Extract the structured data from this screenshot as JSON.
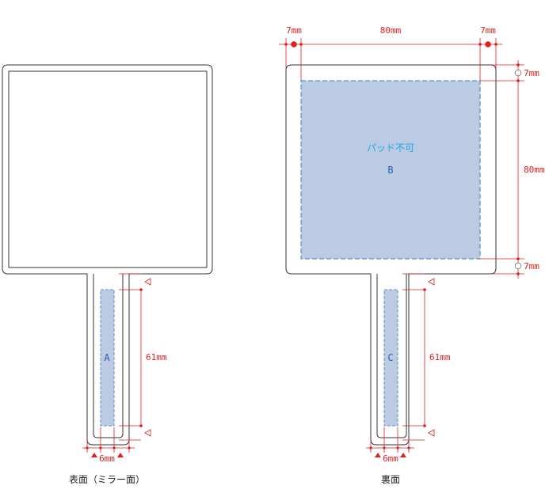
{
  "front": {
    "area_label": "A",
    "dim_handle_length": "61mm",
    "dim_handle_width": "6mm",
    "caption": "表面（ミラー面）"
  },
  "back": {
    "area_b_label": "B",
    "area_b_note": "パッド不可",
    "area_c_label": "C",
    "dim_top_left": "7mm",
    "dim_top_width": "80mm",
    "dim_top_right": "7mm",
    "dim_right_top": "7mm",
    "dim_right_height": "80mm",
    "dim_right_bottom": "7mm",
    "dim_handle_length": "61mm",
    "dim_handle_width": "6mm",
    "caption": "裏面"
  },
  "colors": {
    "outline": "#333333",
    "dimension": "#e01e1e",
    "print_area_fill": "#bccbe4",
    "print_area_stroke": "#5b8fc9",
    "label_blue": "#2a5ab5",
    "note_blue": "#1ea6e0"
  }
}
